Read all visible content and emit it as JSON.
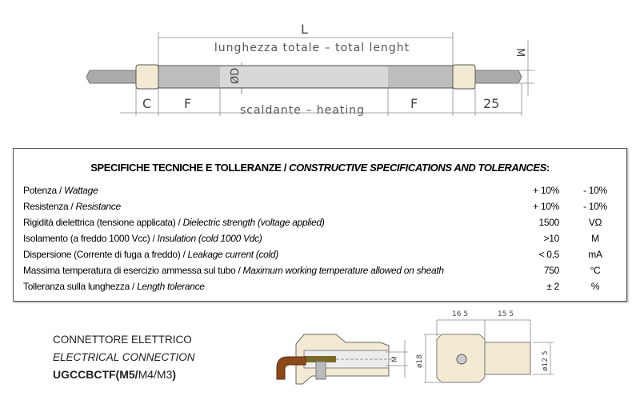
{
  "drawing": {
    "dim_L": "L",
    "total_length": "lunghezza totale – total lenght",
    "diameter": "ØD",
    "dim_C": "C",
    "dim_F": "F",
    "heating": "scaldante – heating",
    "dim_25": "25",
    "dim_M": "M"
  },
  "specs": {
    "title_it": "SPECIFICHE TECNICHE E TOLLERANZE / ",
    "title_en": "CONSTRUCTIVE SPECIFICATIONS AND TOLERANCES",
    "title_colon": ":",
    "rows": [
      {
        "it": "Potenza / ",
        "en": "Wattage",
        "value": "+ 10%",
        "unit": "- 10%"
      },
      {
        "it": "Resistenza / ",
        "en": "Resistance",
        "value": "+ 10%",
        "unit": "- 10%"
      },
      {
        "it": "Rigidità dielettrica (tensione applicata) / ",
        "en": "Dielectric strength (voltage applied)",
        "value": "1500",
        "unit": "VΩ"
      },
      {
        "it": "Isolamento (a freddo 1000 Vcc) / ",
        "en": "Insulation (cold 1000 Vdc)",
        "value": ">10",
        "unit": "M"
      },
      {
        "it": "Dispersione (Corrente di fuga a freddo) / ",
        "en": "Leakage current (cold)",
        "value": "< 0,5",
        "unit": "mA"
      },
      {
        "it": "Massima temperatura di esercizio ammessa sul tubo / ",
        "en": "Maximum working temperature allowed on sheath",
        "value": "750",
        "unit": "°C"
      },
      {
        "it": "Tolleranza sulla lunghezza / ",
        "en": "Length tolerance",
        "value": "± 2",
        "unit": "%"
      }
    ]
  },
  "connector": {
    "title_it": "CONNETTORE ELETTRICO",
    "title_en": "ELECTRICAL CONNECTION",
    "code_prefix": "UGCCBCTF(",
    "code_m5": "M5/",
    "code_rest": "M4/M3",
    "code_suffix": ")",
    "dim_M": "M",
    "dim_165": "16 5",
    "dim_155": "15 5",
    "dim_18": "ø18",
    "dim_125": "ø12 5"
  }
}
